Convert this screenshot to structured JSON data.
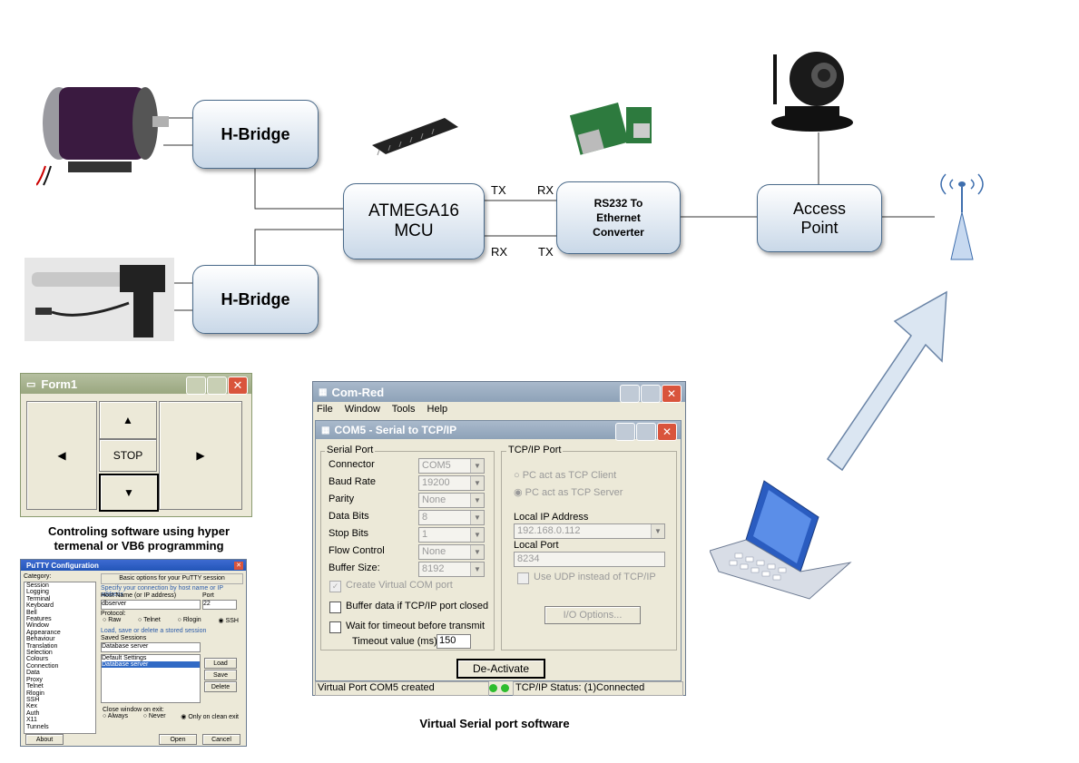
{
  "nodes": {
    "hbridge_top": "H-Bridge",
    "hbridge_bottom": "H-Bridge",
    "mcu": "ATMEGA16\nMCU",
    "converter": "RS232 To\nEthernet\nConverter",
    "access_point": "Access\nPoint"
  },
  "link_labels": {
    "tx_left": "TX",
    "rx_right": "RX",
    "rx_left": "RX",
    "tx_right": "TX"
  },
  "captions": {
    "controller": "Controling software using hyper\ntermenal or VB6 programming",
    "virtual_serial": "Virtual Serial port software"
  },
  "form1": {
    "title": "Form1",
    "stop_label": "STOP",
    "up_glyph": "▲",
    "down_glyph": "▼",
    "left_glyph": "◀",
    "right_glyph": "▶"
  },
  "comred": {
    "title": "Com-Red",
    "menu": [
      "File",
      "Window",
      "Tools",
      "Help"
    ],
    "child_title": "COM5 - Serial to TCP/IP",
    "serial_port_group": "Serial Port",
    "rows": [
      {
        "label": "Connector",
        "value": "COM5"
      },
      {
        "label": "Baud Rate",
        "value": "19200"
      },
      {
        "label": "Parity",
        "value": "None"
      },
      {
        "label": "Data Bits",
        "value": "8"
      },
      {
        "label": "Stop Bits",
        "value": "1"
      },
      {
        "label": "Flow Control",
        "value": "None"
      },
      {
        "label": "Buffer Size:",
        "value": "8192"
      }
    ],
    "create_virtual": "Create Virtual COM port",
    "buffer_data": "Buffer data if TCP/IP port closed",
    "wait_timeout": "Wait for timeout before transmit",
    "timeout_label": "Timeout value (ms):",
    "timeout_value": "150",
    "tcp_group": "TCP/IP Port",
    "pc_client": "PC act as TCP Client",
    "pc_server": "PC act as TCP Server",
    "local_ip_label": "Local IP Address",
    "local_ip_value": "192.168.0.112",
    "local_port_label": "Local Port",
    "local_port_value": "8234",
    "use_udp": "Use UDP instead of TCP/IP",
    "io_options": "I/O Options...",
    "deactivate": "De-Activate",
    "status_left": "Virtual Port COM5 created",
    "status_right": "TCP/IP Status: (1)Connected"
  },
  "putty": {
    "title": "PuTTY Configuration",
    "category": "Category:",
    "tree": [
      "Session",
      "Logging",
      "Terminal",
      "Keyboard",
      "Bell",
      "Features",
      "Window",
      "Appearance",
      "Behaviour",
      "Translation",
      "Selection",
      "Colours",
      "Connection",
      "Data",
      "Proxy",
      "Telnet",
      "Rlogin",
      "SSH",
      "Kex",
      "Auth",
      "X11",
      "Tunnels"
    ],
    "header": "Basic options for your PuTTY session",
    "specify": "Specify your connection by host name or IP address",
    "host_label": "Host Name (or IP address)",
    "port_label": "Port",
    "host_value": "dbserver",
    "port_value": "22",
    "protocol": "Protocol:",
    "protocols": [
      "Raw",
      "Telnet",
      "Rlogin",
      "SSH"
    ],
    "load_save": "Load, save or delete a stored session",
    "saved_sessions": "Saved Sessions",
    "saved_value": "Database server",
    "sessions": [
      "Default Settings",
      "Database server"
    ],
    "load": "Load",
    "save": "Save",
    "delete": "Delete",
    "close_label": "Close window on exit:",
    "close_opts": [
      "Always",
      "Never",
      "Only on clean exit"
    ],
    "about": "About",
    "open": "Open",
    "cancel": "Cancel"
  },
  "colors": {
    "node_border": "#4a6a8a",
    "arrow_fill": "#dbe6f2",
    "titlebar": "#8fa3b8"
  }
}
